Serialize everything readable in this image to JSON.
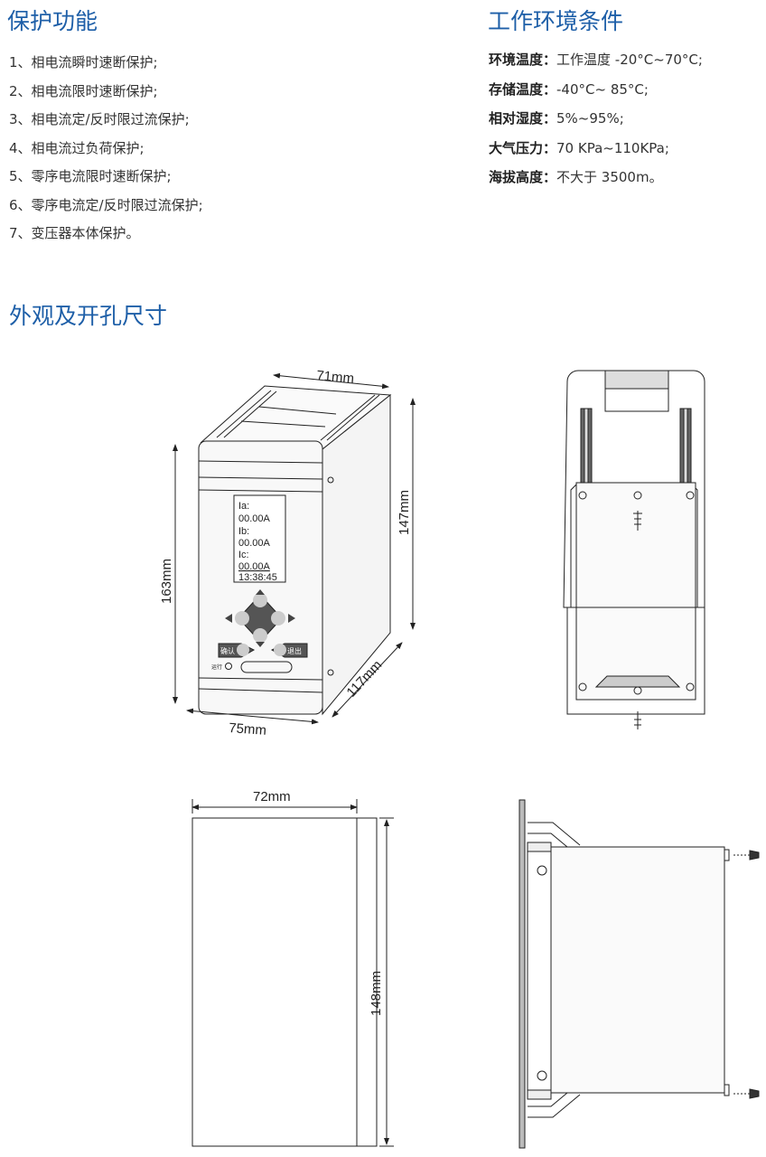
{
  "protection": {
    "title": "保护功能",
    "items": [
      "1、相电流瞬时速断保护;",
      "2、相电流限时速断保护;",
      "3、相电流定/反时限过流保护;",
      "4、相电流过负荷保护;",
      "5、零序电流限时速断保护;",
      "6、零序电流定/反时限过流保护;",
      "7、变压器本体保护。"
    ]
  },
  "environment": {
    "title": "工作环境条件",
    "rows": [
      {
        "label": "环境温度：",
        "value": "工作温度 -20°C~70°C;"
      },
      {
        "label": "存储温度：",
        "value": "-40°C~ 85°C;"
      },
      {
        "label": "相对湿度：",
        "value": "5%~95%;"
      },
      {
        "label": "大气压力：",
        "value": "70 KPa~110KPa;"
      },
      {
        "label": "海拔高度：",
        "value": "不大于 3500m。"
      }
    ]
  },
  "dimensions": {
    "title": "外观及开孔尺寸",
    "front": {
      "top_width": "71mm",
      "depth_height": "147mm",
      "height": "163mm",
      "width": "75mm",
      "depth": "117mm",
      "screen_lines": [
        "Ia:",
        "00.00A",
        "Ib:",
        "00.00A",
        "Ic:",
        "00.00A",
        "13:38:45"
      ],
      "confirm_label": "确认",
      "exit_label": "退出",
      "run_label": "运行"
    },
    "cutout": {
      "width": "72mm",
      "height": "148mm"
    }
  },
  "colors": {
    "heading": "#1e5fa8"
  }
}
